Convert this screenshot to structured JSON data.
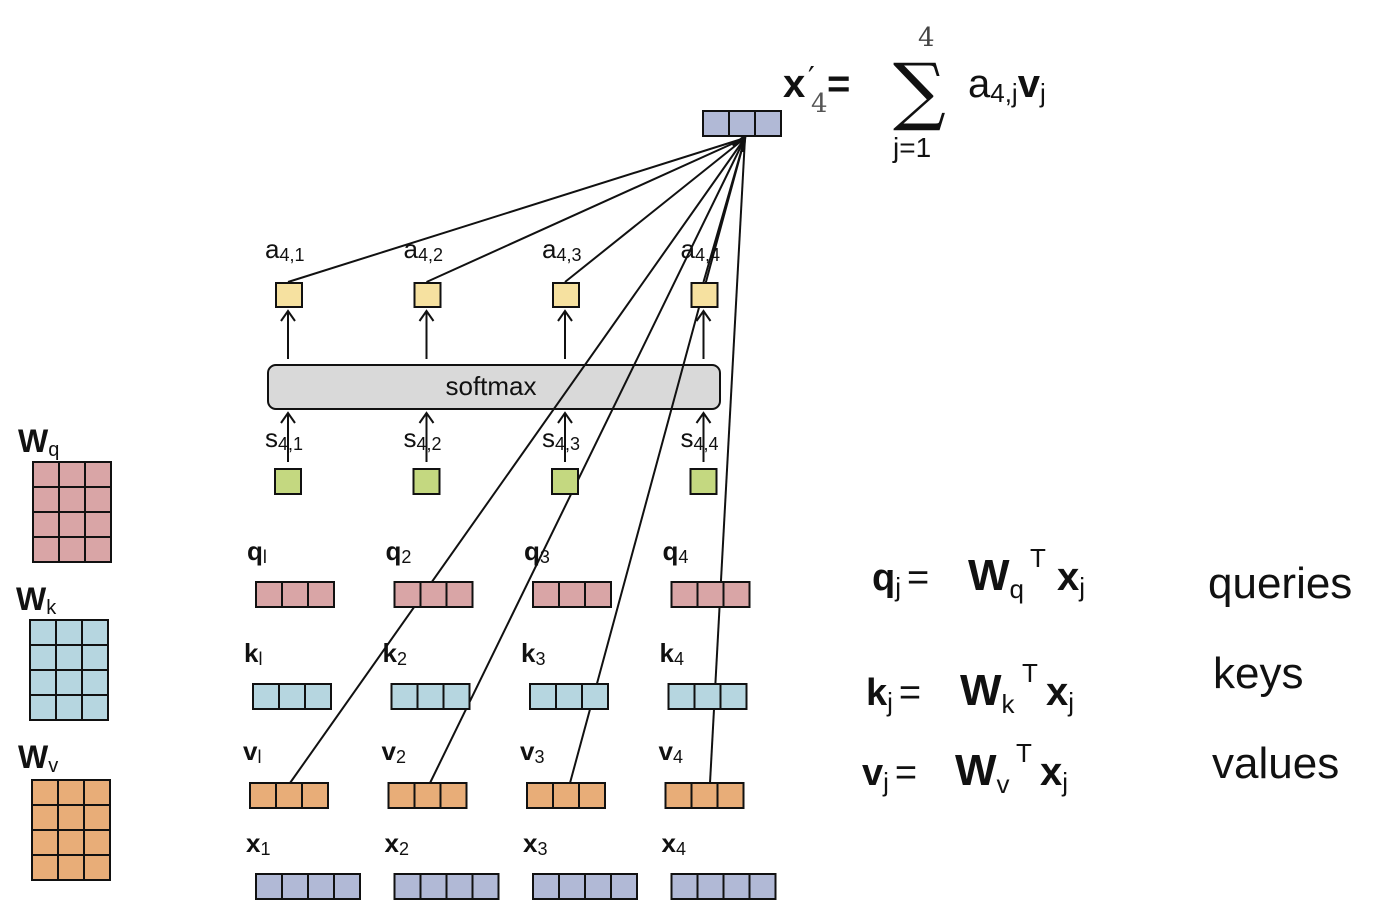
{
  "formula_top": {
    "lhs": "x",
    "lhs_prime": "′",
    "lhs_sub": "4",
    "eq": "=",
    "sum_upper": "4",
    "sum_symbol": "∑",
    "sum_lower": "j=1",
    "term_a": "a",
    "term_a_sub": "4,j",
    "term_v": "v",
    "term_v_sub": "j"
  },
  "softmax_label": "softmax",
  "weights": [
    {
      "name": "W",
      "sub": "q"
    },
    {
      "name": "W",
      "sub": "k"
    },
    {
      "name": "W",
      "sub": "v"
    }
  ],
  "columns": [
    {
      "a": "a",
      "a_sub": "4,1",
      "s": "s",
      "s_sub": "4,1",
      "q": "q",
      "q_sub": "l",
      "k": "k",
      "k_sub": "l",
      "v": "v",
      "v_sub": "l",
      "x": "x",
      "x_sub": "1"
    },
    {
      "a": "a",
      "a_sub": "4,2",
      "s": "s",
      "s_sub": "4,2",
      "q": "q",
      "q_sub": "2",
      "k": "k",
      "k_sub": "2",
      "v": "v",
      "v_sub": "2",
      "x": "x",
      "x_sub": "2"
    },
    {
      "a": "a",
      "a_sub": "4,3",
      "s": "s",
      "s_sub": "4,3",
      "q": "q",
      "q_sub": "3",
      "k": "k",
      "k_sub": "3",
      "v": "v",
      "v_sub": "3",
      "x": "x",
      "x_sub": "3"
    },
    {
      "a": "a",
      "a_sub": "4,4",
      "s": "s",
      "s_sub": "4,4",
      "q": "q",
      "q_sub": "4",
      "k": "k",
      "k_sub": "4",
      "v": "v",
      "v_sub": "4",
      "x": "x",
      "x_sub": "4"
    }
  ],
  "equations": [
    {
      "lhs": "q",
      "lhs_sub": "j",
      "eq": "=",
      "w": "W",
      "w_sub": "q",
      "t": "T",
      "x": "x",
      "x_sub": "j",
      "label": "queries"
    },
    {
      "lhs": "k",
      "lhs_sub": "j",
      "eq": "=",
      "w": "W",
      "w_sub": "k",
      "t": "T",
      "x": "x",
      "x_sub": "j",
      "label": "keys"
    },
    {
      "lhs": "v",
      "lhs_sub": "j",
      "eq": "=",
      "w": "W",
      "w_sub": "v",
      "t": "T",
      "x": "x",
      "x_sub": "j",
      "label": "values"
    }
  ],
  "colors": {
    "query": "#d9a5a6",
    "key": "#b6d6e0",
    "value": "#e8ad78",
    "input": "#b1b9d6",
    "score": "#c4d880",
    "attention": "#f6e1a0",
    "softmax": "#d9d9d9"
  }
}
